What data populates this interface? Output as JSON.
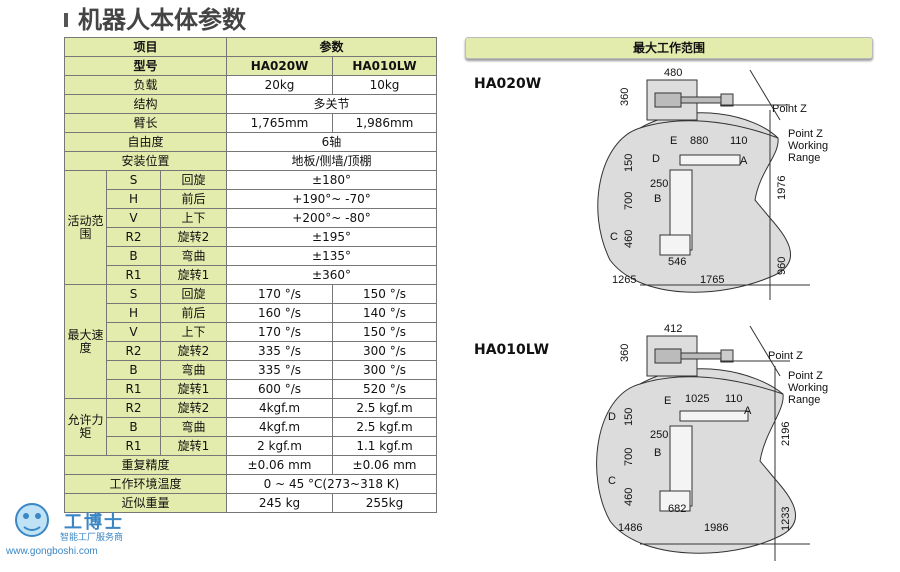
{
  "page_title": "机器人本体参数",
  "table": {
    "col_item": "项目",
    "col_params": "参数",
    "model_label": "型号",
    "models": [
      "HA020W",
      "HA010LW"
    ],
    "rows_top": [
      {
        "label": "负载",
        "v1": "20kg",
        "v2": "10kg"
      },
      {
        "label": "结构",
        "v": "多关节"
      },
      {
        "label": "臂长",
        "v1": "1,765mm",
        "v2": "1,986mm"
      },
      {
        "label": "自由度",
        "v": "6轴"
      },
      {
        "label": "安装位置",
        "v": "地板/侧墙/顶棚"
      }
    ],
    "range_group": "活动范围",
    "range_rows": [
      {
        "axis": "S",
        "motion": "回旋",
        "v": "±180°"
      },
      {
        "axis": "H",
        "motion": "前后",
        "v": "+190°~ -70°"
      },
      {
        "axis": "V",
        "motion": "上下",
        "v": "+200°~ -80°"
      },
      {
        "axis": "R2",
        "motion": "旋转2",
        "v": "±195°"
      },
      {
        "axis": "B",
        "motion": "弯曲",
        "v": "±135°"
      },
      {
        "axis": "R1",
        "motion": "旋转1",
        "v": "±360°"
      }
    ],
    "speed_group": "最大速度",
    "speed_rows": [
      {
        "axis": "S",
        "motion": "回旋",
        "v1": "170 °/s",
        "v2": "150 °/s"
      },
      {
        "axis": "H",
        "motion": "前后",
        "v1": "160 °/s",
        "v2": "140 °/s"
      },
      {
        "axis": "V",
        "motion": "上下",
        "v1": "170 °/s",
        "v2": "150 °/s"
      },
      {
        "axis": "R2",
        "motion": "旋转2",
        "v1": "335 °/s",
        "v2": "300 °/s"
      },
      {
        "axis": "B",
        "motion": "弯曲",
        "v1": "335 °/s",
        "v2": "300 °/s"
      },
      {
        "axis": "R1",
        "motion": "旋转1",
        "v1": "600 °/s",
        "v2": "520 °/s"
      }
    ],
    "torque_group": "允许力矩",
    "torque_rows": [
      {
        "axis": "R2",
        "motion": "旋转2",
        "v1": "4kgf.m",
        "v2": "2.5 kgf.m"
      },
      {
        "axis": "B",
        "motion": "弯曲",
        "v1": "4kgf.m",
        "v2": "2.5 kgf.m"
      },
      {
        "axis": "R1",
        "motion": "旋转1",
        "v1": "2 kgf.m",
        "v2": "1.1 kgf.m"
      }
    ],
    "rows_bottom": [
      {
        "label": "重复精度",
        "v1": "±0.06 mm",
        "v2": "±0.06 mm"
      },
      {
        "label": "工作环境温度",
        "v": "0 ~ 45 °C(273~318 K)"
      },
      {
        "label": "近似重量",
        "v1": "245 kg",
        "v2": "255kg"
      }
    ]
  },
  "right": {
    "header": "最大工作范围",
    "d1": {
      "model": "HA020W",
      "dims": {
        "top_w": "480",
        "top_h": "360",
        "reach_a": "880",
        "reach_b": "110",
        "d150": "150",
        "d700": "700",
        "d250": "250",
        "d460": "460",
        "d546": "546",
        "left": "1265",
        "right": "1765",
        "height": "1976",
        "base": "960"
      },
      "labels": {
        "point_z": "Point Z",
        "point_z_wr": "Point Z",
        "working": "Working",
        "range": "Range",
        "A": "A",
        "B": "B",
        "C": "C",
        "D": "D",
        "E": "E"
      }
    },
    "d2": {
      "model": "HA010LW",
      "dims": {
        "top_w": "412",
        "top_h": "360",
        "reach_a": "1025",
        "reach_b": "110",
        "d150": "150",
        "d700": "700",
        "d250": "250",
        "d460": "460",
        "d682": "682",
        "left": "1486",
        "right": "1986",
        "height": "2196",
        "base": "1233"
      },
      "labels": {
        "point_z": "Point Z",
        "point_z_wr": "Point Z",
        "working": "Working",
        "range": "Range",
        "A": "A",
        "B": "B",
        "C": "C",
        "D": "D",
        "E": "E"
      }
    }
  },
  "logo": {
    "text": "工博士",
    "sub": "智能工厂服务商",
    "url": "www.gongboshi.com"
  }
}
